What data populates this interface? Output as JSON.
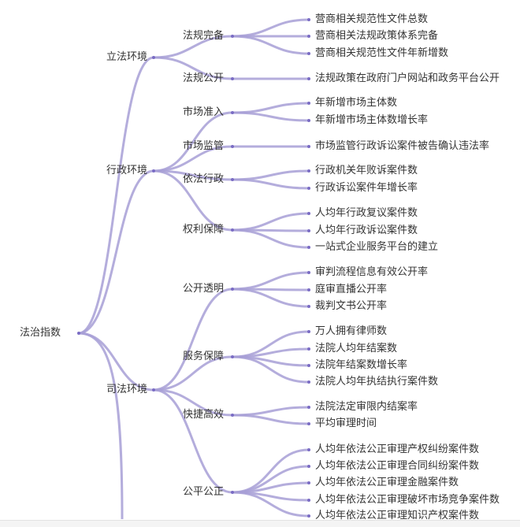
{
  "colors": {
    "link": "#a79fd6",
    "node": "#7a6cc4",
    "text": "#333333"
  },
  "root": {
    "label": "法治指数",
    "children": [
      {
        "label": "立法环境",
        "children": [
          {
            "label": "法规完备",
            "children": [
              "营商相关规范性文件总数",
              "营商相关法规政策体系完备",
              "营商相关规范性文件年新增数"
            ]
          },
          {
            "label": "法规公开",
            "children": [
              "法规政策在政府门户网站和政务平台公开"
            ]
          }
        ]
      },
      {
        "label": "行政环境",
        "children": [
          {
            "label": "市场准入",
            "children": [
              "年新增市场主体数",
              "年新增市场主体数增长率"
            ]
          },
          {
            "label": "市场监管",
            "children": [
              "市场监管行政诉讼案件被告确认违法率"
            ]
          },
          {
            "label": "依法行政",
            "children": [
              "行政机关年败诉案件数",
              "行政诉讼案件年增长率"
            ]
          },
          {
            "label": "权利保障",
            "children": [
              "人均年行政复议案件数",
              "人均年行政诉讼案件数",
              "一站式企业服务平台的建立"
            ]
          }
        ]
      },
      {
        "label": "司法环境",
        "children": [
          {
            "label": "公开透明",
            "children": [
              "审判流程信息有效公开率",
              "庭审直播公开率",
              "裁判文书公开率"
            ]
          },
          {
            "label": "服务保障",
            "children": [
              "万人拥有律师数",
              "法院人均年结案数",
              "法院年结案数增长率",
              "法院人均年执结执行案件数"
            ]
          },
          {
            "label": "快捷高效",
            "children": [
              "法院法定审限内结案率",
              "平均审理时间"
            ]
          },
          {
            "label": "公平公正",
            "children": [
              "人均年依法公正审理产权纠纷案件数",
              "人均年依法公正审理合同纠纷案件数",
              "人均年依法公正审理金融案件数",
              "人均年依法公正审理破坏市场竞争案件数",
              "人均年依法公正审理知识产权案件数"
            ]
          }
        ]
      }
    ]
  }
}
